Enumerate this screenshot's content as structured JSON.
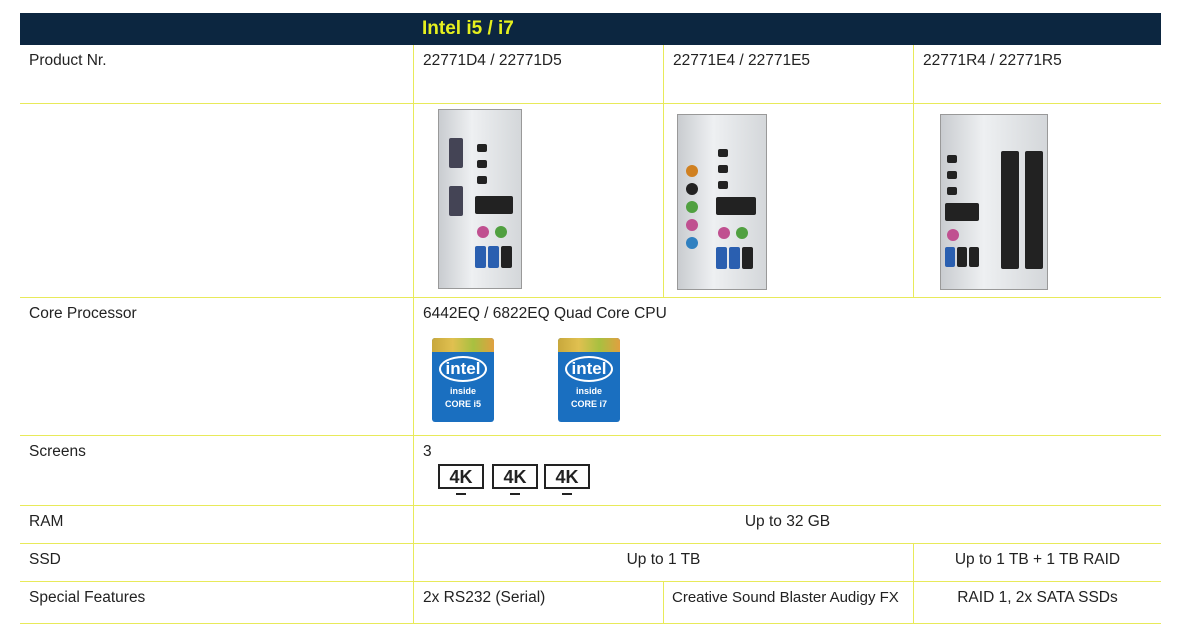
{
  "header": {
    "title": "Intel i5 / i7"
  },
  "rows": {
    "product": {
      "label": "Product Nr.",
      "d": "22771D4 / 22771D5",
      "e": "22771E4 / 22771E5",
      "r": "22771R4 / 22771R5"
    },
    "image": {
      "label": ""
    },
    "core": {
      "label": "Core Processor",
      "value": "6442EQ / 6822EQ Quad Core CPU",
      "logos": [
        {
          "brand": "intel",
          "inside": "inside",
          "core": "CORE i5"
        },
        {
          "brand": "intel",
          "inside": "inside",
          "core": "CORE i7"
        }
      ]
    },
    "screens": {
      "label": "Screens",
      "value": "3",
      "monitor": "4K"
    },
    "ram": {
      "label": "RAM",
      "value": "Up to 32 GB"
    },
    "ssd": {
      "label": "SSD",
      "value": "Up to 1 TB",
      "raid": "Up to 1 TB + 1 TB RAID"
    },
    "features": {
      "label": "Special Features",
      "d": "2x RS232 (Serial)",
      "e": "Creative Sound Blaster Audigy FX",
      "r": "RAID 1, 2x SATA SSDs"
    }
  }
}
